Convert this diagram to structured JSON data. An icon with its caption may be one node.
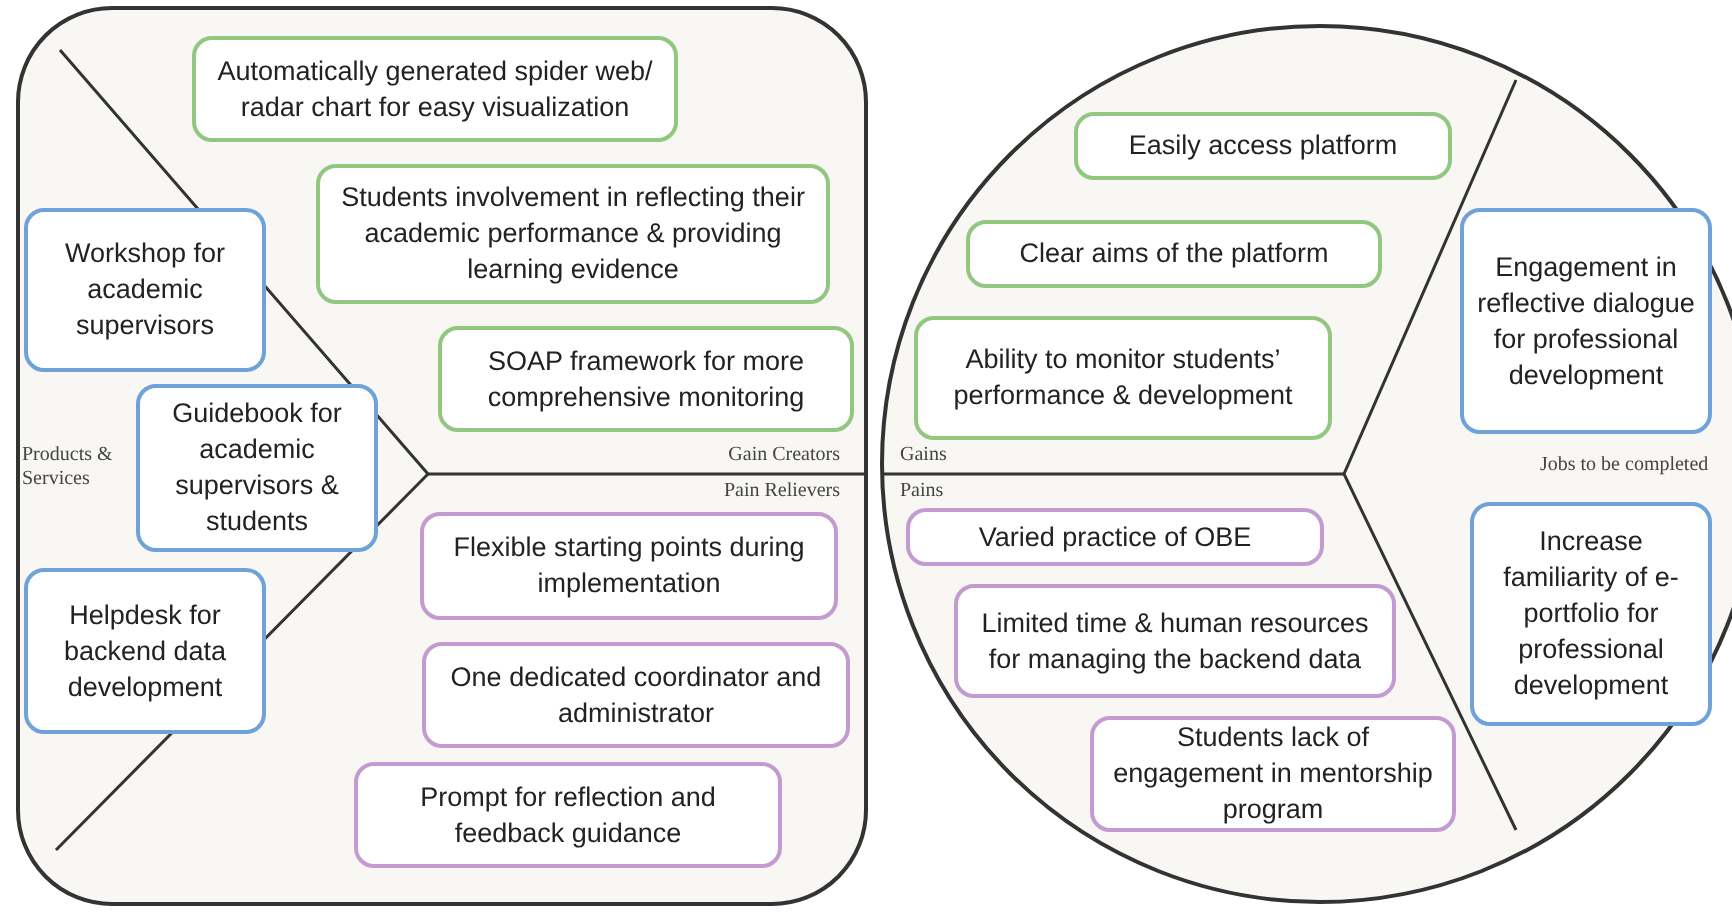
{
  "diagram": {
    "nodes": [
      {
        "text": [],
        "shape": "box"
      },
      {
        "text": [],
        "shape": "circle"
      },
      {
        "text": [
          "Automatically generated spider web/ radar chart for easy visualization"
        ],
        "in": 0
      },
      {
        "text": [
          "Students involvement in reflecting their academic performance & providing learning evidence"
        ],
        "in": 0
      },
      {
        "text": [
          "Workshop for academic supervisors"
        ],
        "in": 0
      },
      {
        "text": [
          "SOAP framework for more comprehensive monitoring"
        ],
        "in": 0
      },
      {
        "text": [
          "Guidebook for academic supervisors & students"
        ],
        "in": 0
      },
      {
        "text": [
          "Flexible starting points during implementation"
        ],
        "in": 0
      },
      {
        "text": [
          "Helpdesk for backend data development"
        ],
        "in": 0
      },
      {
        "text": [
          "One dedicated coordinator and administrator"
        ],
        "in": 0
      },
      {
        "text": [
          "Prompt for reflection and feedback guidance"
        ],
        "in": 0
      },
      {
        "text": [
          "Easily access platform"
        ],
        "in": 1
      },
      {
        "text": [
          "Clear aims of the platform"
        ],
        "in": 1
      },
      {
        "text": [
          "Engagement in reflective dialogue for professional development"
        ],
        "in": 1
      },
      {
        "text": [
          "Ability to monitor students’ performance & development"
        ],
        "in": 1
      },
      {
        "text": [
          "Varied practice of OBE"
        ],
        "in": 1
      },
      {
        "text": [
          "Increase familiarity of e-portfolio for professional development"
        ],
        "in": 1
      },
      {
        "text": [
          "Limited time & human resources for managing the backend data"
        ],
        "in": 1
      },
      {
        "text": [
          "Students lack of engagement in mentorship program"
        ],
        "in": 1
      }
    ],
    "labels": [
      "Products & Services",
      "Gain Creators",
      "Pain Relievers",
      "Gains",
      "Pains",
      "Jobs to be completed"
    ]
  }
}
